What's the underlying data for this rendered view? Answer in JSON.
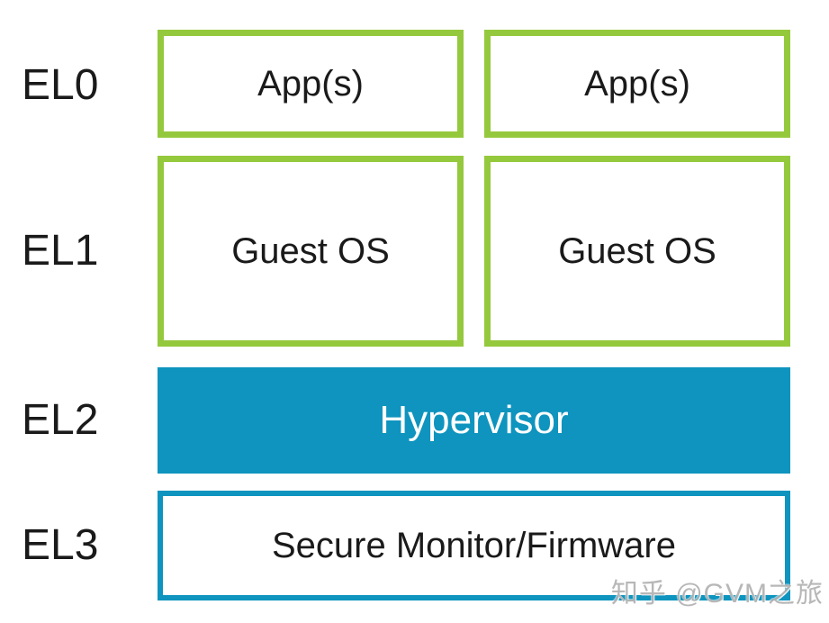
{
  "diagram": {
    "type": "layered-architecture",
    "description": "ARM exception levels virtualization stack",
    "rows": [
      {
        "label": "EL0",
        "boxes": [
          "App(s)",
          "App(s)"
        ]
      },
      {
        "label": "EL1",
        "boxes": [
          "Guest OS",
          "Guest OS"
        ]
      },
      {
        "label": "EL2",
        "boxes": [
          "Hypervisor"
        ]
      },
      {
        "label": "EL3",
        "boxes": [
          "Secure Monitor/Firmware"
        ]
      }
    ],
    "colors": {
      "box_border_green": "#95c93d",
      "box_border_blue": "#0e94be",
      "hypervisor_fill": "#0e94be",
      "hypervisor_text": "#ffffff",
      "label_text": "#1a1a1a",
      "background": "#ffffff"
    },
    "watermark": "知乎 @GVM之旅"
  }
}
